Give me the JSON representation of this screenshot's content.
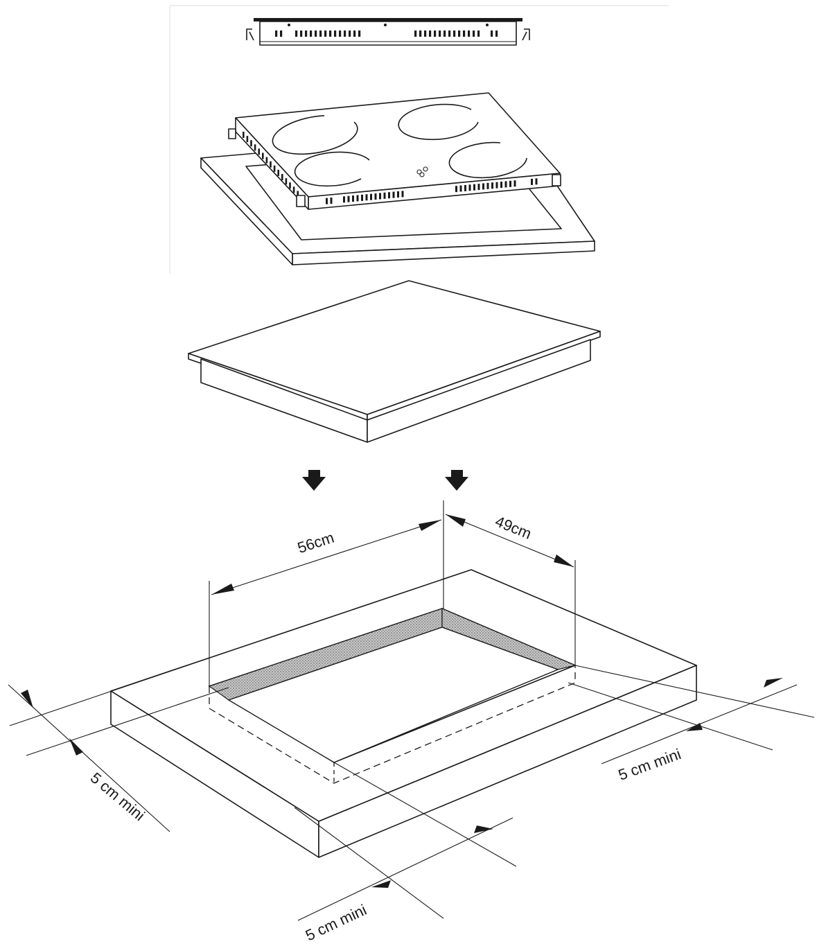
{
  "dimensions": {
    "cutout_width": "56cm",
    "cutout_depth": "49cm",
    "clearance_left": "5 cm mini",
    "clearance_right": "5 cm mini",
    "clearance_front": "5 cm mini"
  },
  "colors": {
    "line": "#1a1a1a",
    "background": "#ffffff",
    "seal_strip": "#9a9a9a"
  }
}
